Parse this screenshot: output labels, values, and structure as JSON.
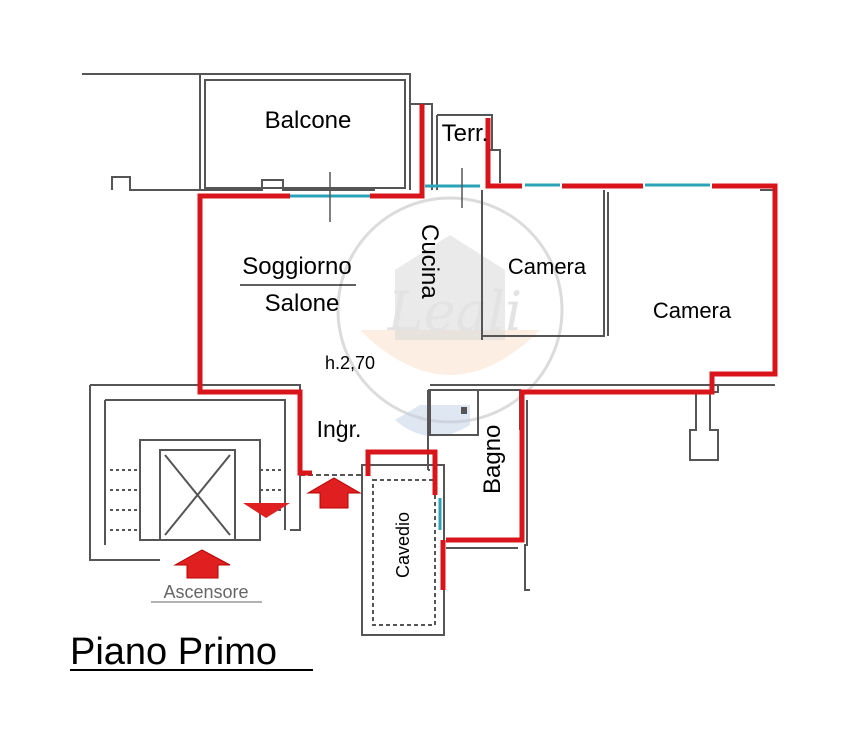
{
  "plan": {
    "title": "Piano Primo",
    "rooms": {
      "balcone": "Balcone",
      "terrazzo": "Terr.",
      "soggiorno": "Soggiorno",
      "salone": "Salone",
      "cucina": "Cucina",
      "camera_small": "Camera",
      "camera_large": "Camera",
      "bagno": "Bagno",
      "ingresso": "Ingr.",
      "cavedio": "Cavedio",
      "ascensore": "Ascensore"
    },
    "ceiling_height": "h.2,70",
    "watermark": "Leali"
  },
  "colors": {
    "wall": "#555555",
    "perimeter": "#d9141b",
    "window": "#2aa3b8",
    "arrow": "#e02020",
    "label_gray": "#666666"
  }
}
